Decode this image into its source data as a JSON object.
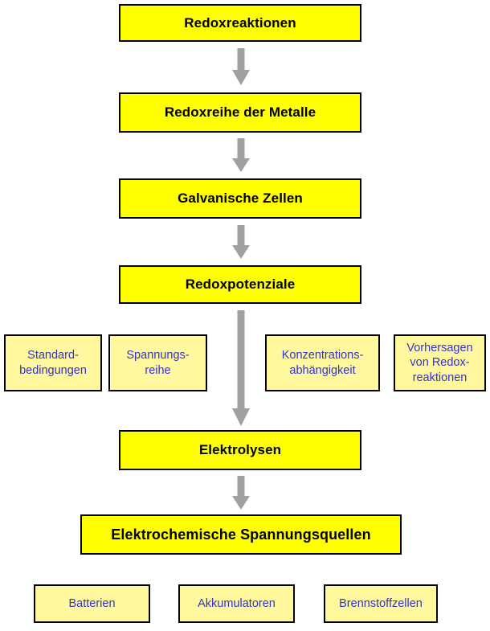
{
  "diagram": {
    "title": "Redoxreaktionen",
    "type": "flowchart",
    "colors": {
      "main_box_fill": "#FFFF00",
      "main_box_text": "#000000",
      "sub_box_fill": "#FFF89E",
      "sub_box_text": "#3333CC",
      "border": "#000000",
      "arrow": "#A0A0A0",
      "background": "#FFFFFF"
    }
  },
  "main_nodes": [
    {
      "id": "redoxreaktionen",
      "label": "Redoxreaktionen"
    },
    {
      "id": "redoxreihe",
      "label": "Redoxreihe der Metalle"
    },
    {
      "id": "galvanische",
      "label": "Galvanische Zellen"
    },
    {
      "id": "redoxpotenziale",
      "label": "Redoxpotenziale"
    },
    {
      "id": "elektrolysen",
      "label": "Elektrolysen"
    },
    {
      "id": "spannungsquellen",
      "label": "Elektrochemische Spannungsquellen"
    }
  ],
  "redoxpotenziale_subnodes": [
    {
      "id": "standardbedingungen",
      "label": "Standard-\nbedingungen"
    },
    {
      "id": "spannungsreihe",
      "label": "Spannungs-\nreihe"
    },
    {
      "id": "konzentration",
      "label": "Konzentrations-\nabhängigkeit"
    },
    {
      "id": "vorhersagen",
      "label": "Vorhersagen\nvon Redox-\nreaktionen"
    }
  ],
  "spannungsquellen_subnodes": [
    {
      "id": "batterien",
      "label": "Batterien"
    },
    {
      "id": "akkumulatoren",
      "label": "Akkumulatoren"
    },
    {
      "id": "brennstoffzellen",
      "label": "Brennstoffzellen"
    }
  ],
  "arrows": [
    {
      "id": "arrow-1",
      "from": "redoxreaktionen",
      "to": "redoxreihe",
      "direction": "down"
    },
    {
      "id": "arrow-2",
      "from": "redoxreihe",
      "to": "galvanische",
      "direction": "down"
    },
    {
      "id": "arrow-3",
      "from": "galvanische",
      "to": "redoxpotenziale",
      "direction": "down"
    },
    {
      "id": "arrow-4",
      "from": "redoxpotenziale",
      "to": "elektrolysen",
      "direction": "down"
    },
    {
      "id": "arrow-5",
      "from": "elektrolysen",
      "to": "spannungsquellen",
      "direction": "down"
    }
  ]
}
